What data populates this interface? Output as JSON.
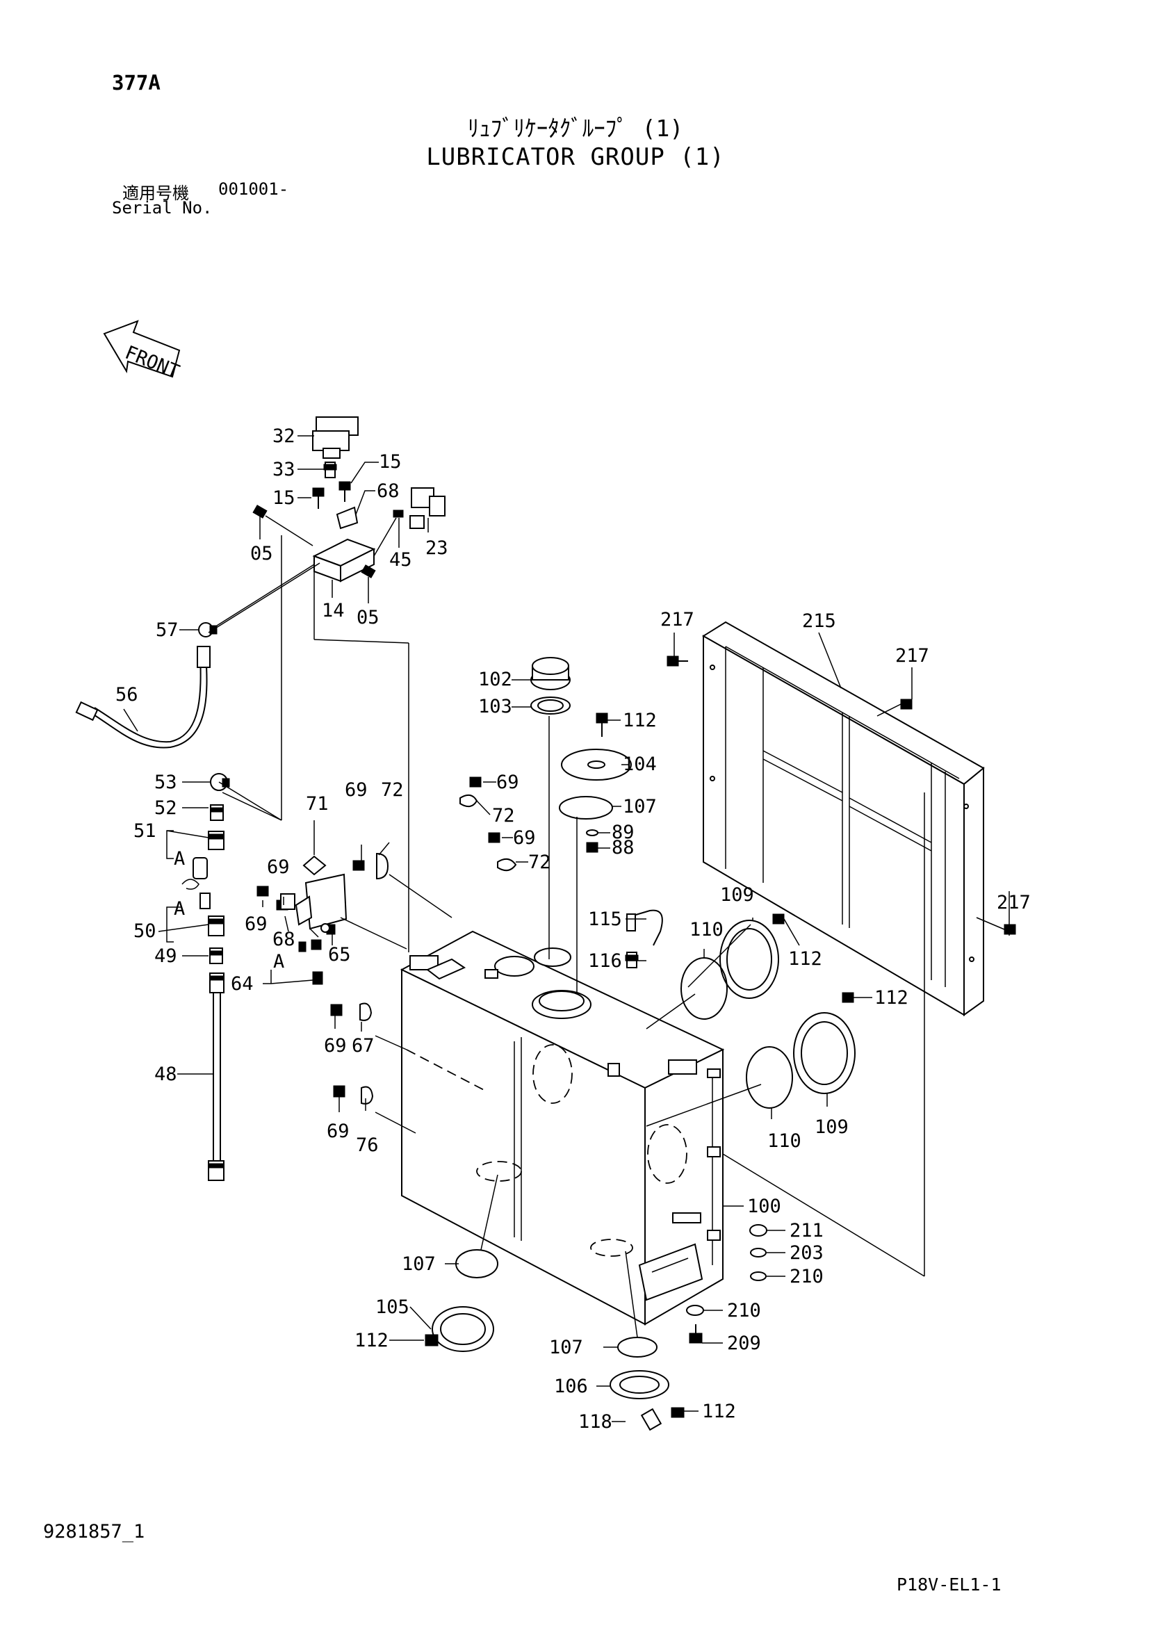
{
  "header": {
    "page_code": "377A",
    "title_jp": "ﾘｭﾌﾞﾘｹｰﾀｸﾞﾙｰﾌﾟ (1)",
    "title_en": "LUBRICATOR GROUP (1)",
    "serial_label_jp": "適用号機",
    "serial_number": "001001-",
    "serial_label_en": "Serial No."
  },
  "front_label": "FRONT",
  "callouts": [
    "32",
    "33",
    "15",
    "15",
    "68",
    "23",
    "45",
    "05",
    "05",
    "14",
    "57",
    "56",
    "217",
    "215",
    "217",
    "217",
    "102",
    "103",
    "112",
    "104",
    "107",
    "89",
    "88",
    "53",
    "52",
    "51",
    "A",
    "A",
    "50",
    "49",
    "64",
    "A",
    "48",
    "71",
    "69",
    "72",
    "69",
    "72",
    "69",
    "72",
    "69",
    "69",
    "68",
    "65",
    "115",
    "116",
    "110",
    "109",
    "112",
    "112",
    "69",
    "67",
    "69",
    "76",
    "110",
    "109",
    "100",
    "211",
    "203",
    "210",
    "107",
    "105",
    "112",
    "210",
    "209",
    "107",
    "106",
    "118",
    "112"
  ],
  "footer": {
    "doc_number": "9281857_1",
    "page_ref": "P18V-EL1-1"
  }
}
